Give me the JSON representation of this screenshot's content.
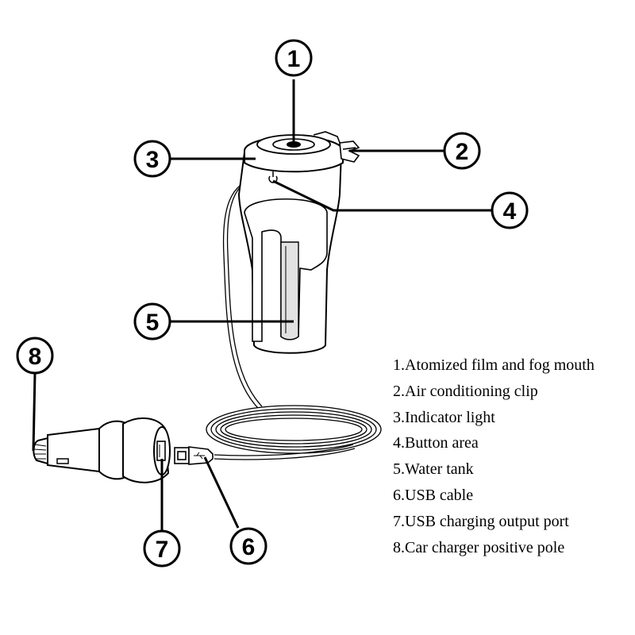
{
  "callouts": [
    {
      "num": "1",
      "label": "1.Atomized film and fog mouth"
    },
    {
      "num": "2",
      "label": "2.Air conditioning clip"
    },
    {
      "num": "3",
      "label": "3.Indicator light"
    },
    {
      "num": "4",
      "label": "4.Button area"
    },
    {
      "num": "5",
      "label": "5.Water tank"
    },
    {
      "num": "6",
      "label": "6.USB cable"
    },
    {
      "num": "7",
      "label": "7.USB charging output port"
    },
    {
      "num": "8",
      "label": "8.Car charger positive pole"
    }
  ],
  "icons": {
    "power": "power-icon",
    "usb": "usb-icon"
  },
  "colors": {
    "line": "#000000",
    "body_fill": "#ffffff",
    "window_fill": "#e2e2e2"
  }
}
